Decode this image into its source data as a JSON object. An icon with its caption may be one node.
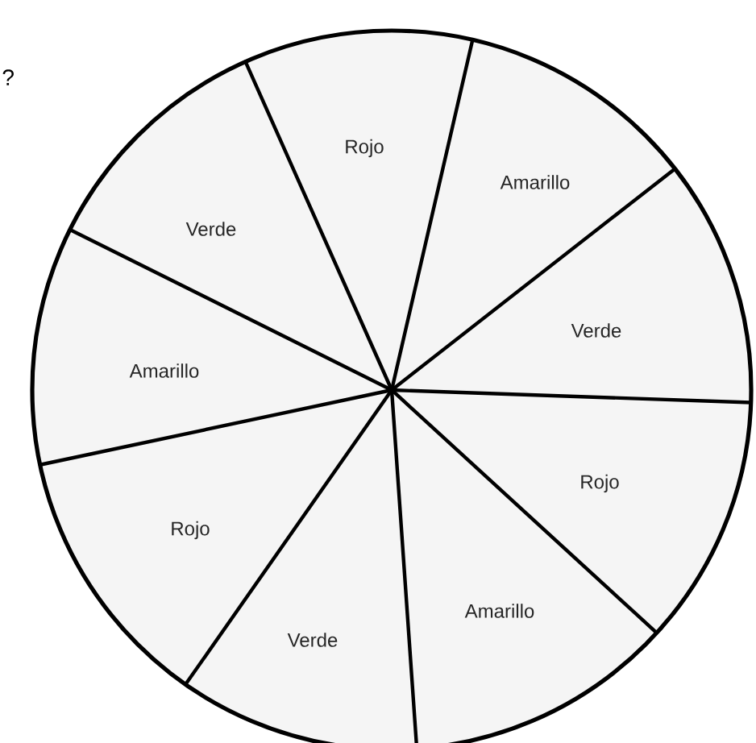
{
  "diagram": {
    "nodes": [
      {
        "text": [
          "Rojo"
        ]
      },
      {
        "text": [
          "Amarillo"
        ]
      },
      {
        "text": [
          "Verde"
        ]
      },
      {
        "text": [
          "Rojo"
        ]
      },
      {
        "text": [
          "Amarillo"
        ]
      },
      {
        "text": [
          "Verde"
        ]
      },
      {
        "text": [
          "Rojo"
        ]
      },
      {
        "text": [
          "Amarillo"
        ]
      },
      {
        "text": [
          "Verde"
        ]
      }
    ],
    "labels": [
      "?"
    ]
  }
}
